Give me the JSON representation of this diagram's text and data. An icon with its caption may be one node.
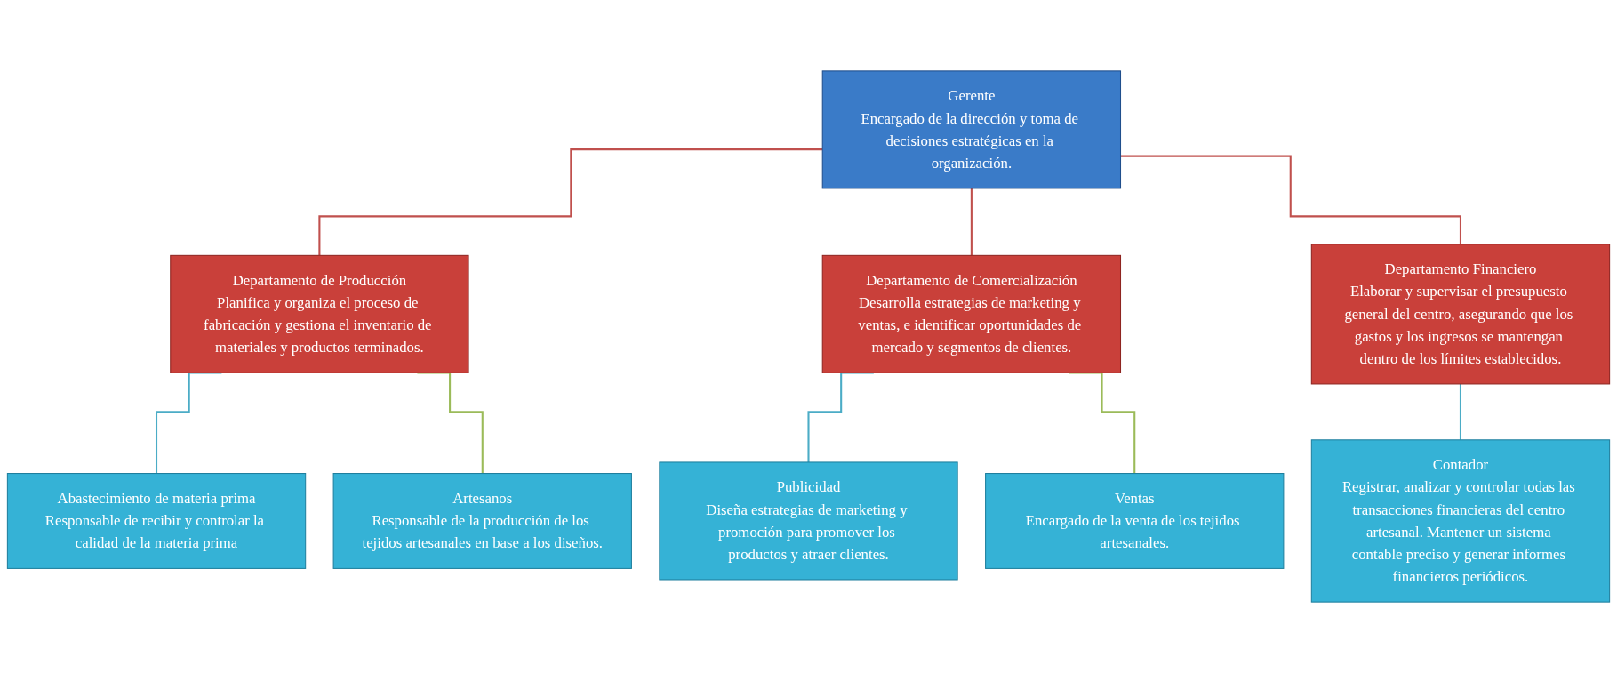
{
  "diagram": {
    "nodes": [
      {
        "text": [
          "Gerente",
          "Encargado de la dirección y toma de decisiones estratégicas en la organización."
        ]
      },
      {
        "text": [
          "Departamento de Producción",
          "Planifica y organiza el proceso de fabricación y gestiona el inventario de materiales y productos terminados."
        ]
      },
      {
        "text": [
          "Departamento de Comercialización",
          "Desarrolla estrategias de marketing y ventas, e identificar oportunidades de mercado y segmentos de clientes."
        ]
      },
      {
        "text": [
          "Departamento Financiero",
          "Elaborar y supervisar el presupuesto general del centro, asegurando que los gastos y los ingresos se mantengan dentro de los límites establecidos."
        ]
      },
      {
        "text": [
          "Abastecimiento de materia prima",
          "Responsable de recibir y controlar la calidad de la materia prima"
        ]
      },
      {
        "text": [
          "Artesanos",
          "Responsable de la producción de los tejidos artesanales en base a los diseños."
        ]
      },
      {
        "text": [
          "Publicidad",
          "Diseña estrategias de marketing y promoción para promover los productos y atraer clientes."
        ]
      },
      {
        "text": [
          "Ventas",
          "Encargado de la venta de los tejidos artesanales."
        ]
      },
      {
        "text": [
          "Contador",
          "Registrar, analizar y controlar todas las transacciones financieras del centro artesanal. Mantener un sistema contable preciso y generar informes financieros periódicos."
        ]
      }
    ],
    "edges": [
      {
        "from": 0,
        "to": 1,
        "arrow": "none",
        "color": "#c0504d"
      },
      {
        "from": 0,
        "to": 2,
        "arrow": "none",
        "color": "#c0504d"
      },
      {
        "from": 0,
        "to": 3,
        "arrow": "none",
        "color": "#c0504d"
      },
      {
        "from": 1,
        "to": 4,
        "arrow": "none",
        "color": "#4bacc6"
      },
      {
        "from": 1,
        "to": 5,
        "arrow": "none",
        "color": "#9bbb59"
      },
      {
        "from": 2,
        "to": 6,
        "arrow": "none",
        "color": "#4bacc6"
      },
      {
        "from": 2,
        "to": 7,
        "arrow": "none",
        "color": "#9bbb59"
      },
      {
        "from": 3,
        "to": 8,
        "arrow": "none",
        "color": "#4bacc6"
      }
    ]
  }
}
